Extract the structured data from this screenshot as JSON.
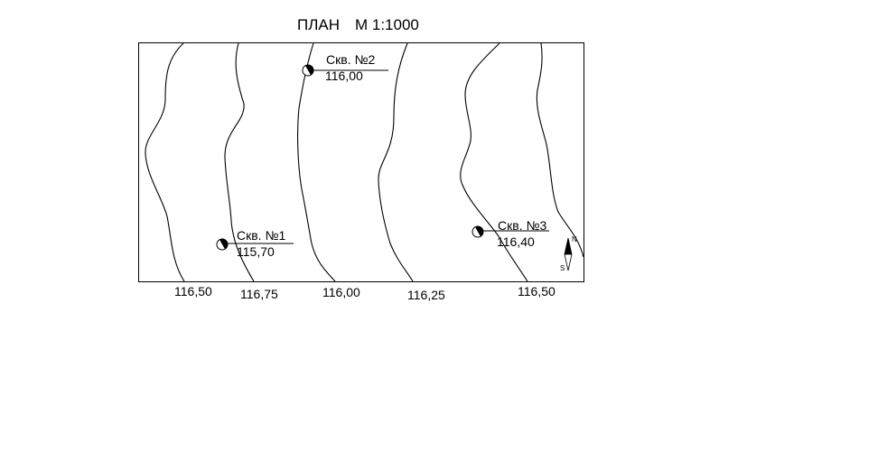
{
  "title": "ПЛАН",
  "scale": "М 1:1000",
  "contour_labels": [
    "116,50",
    "116,75",
    "116,00",
    "116,25",
    "116,50"
  ],
  "wells": [
    {
      "name": "Скв. №1",
      "elevation": "115,70"
    },
    {
      "name": "Скв. №2",
      "elevation": "116,00"
    },
    {
      "name": "Скв. №3",
      "elevation": "116,40"
    }
  ],
  "north_arrow": {
    "n": "N",
    "s": "S"
  }
}
